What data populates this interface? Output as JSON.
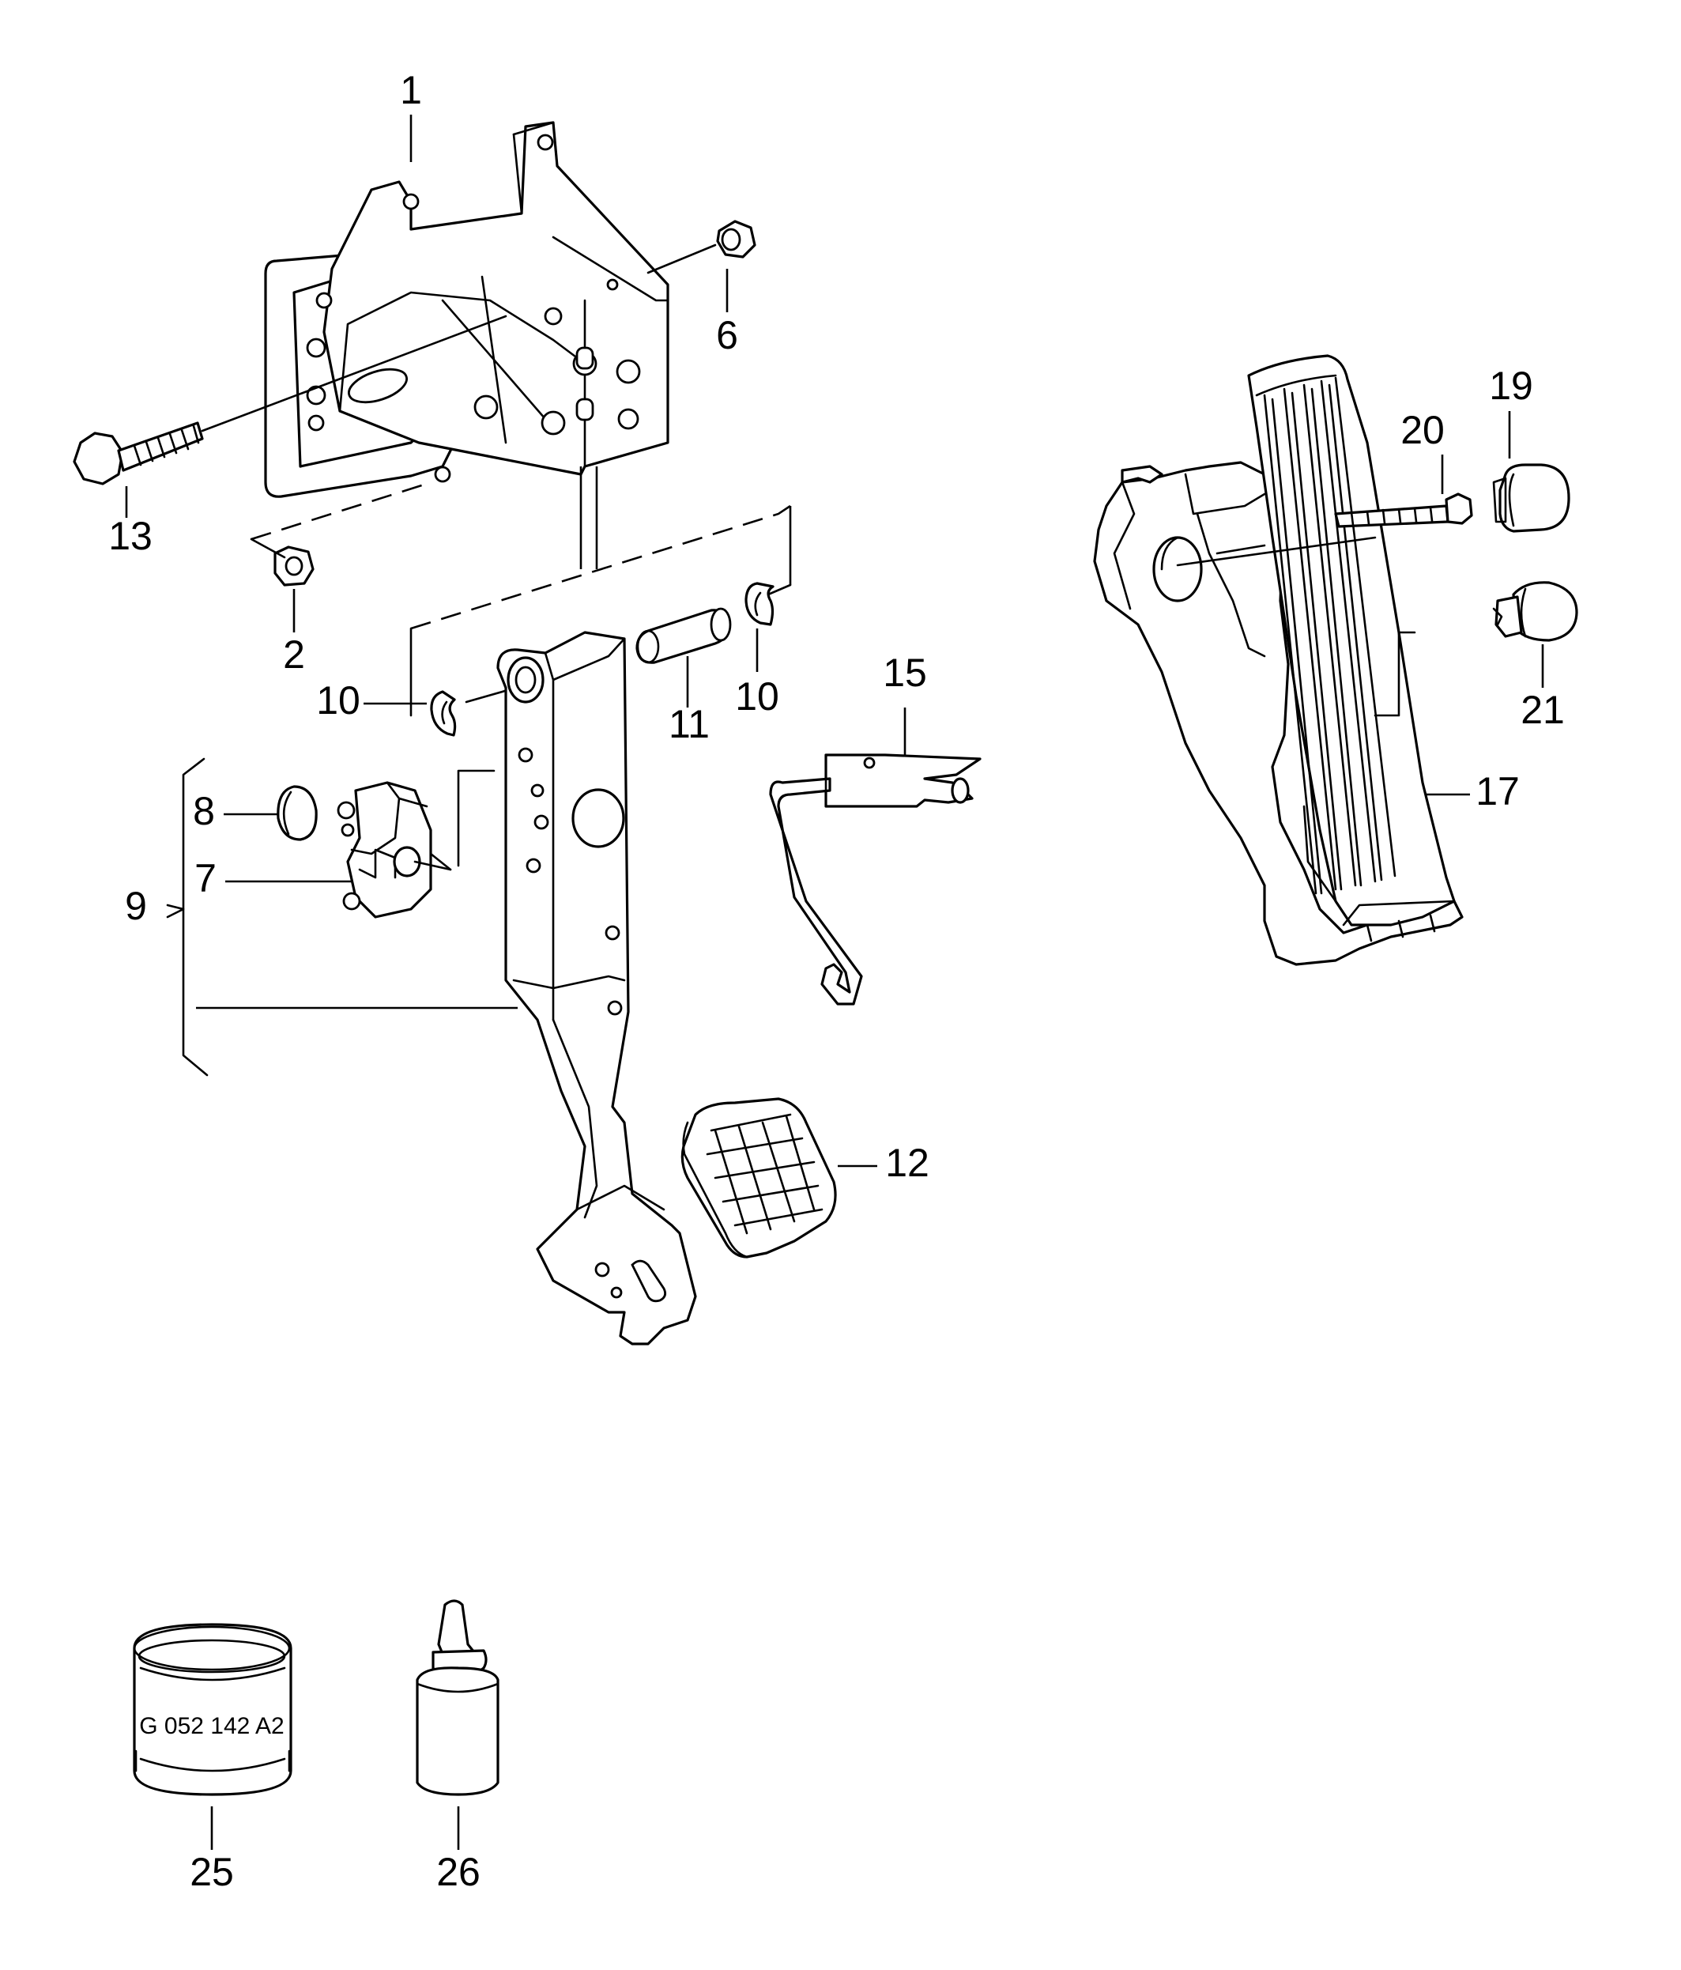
{
  "callouts": {
    "c1": "1",
    "c2": "2",
    "c6": "6",
    "c7": "7",
    "c8": "8",
    "c9": "9",
    "c10a": "10",
    "c10b": "10",
    "c11": "11",
    "c12": "12",
    "c13": "13",
    "c15": "15",
    "c17": "17",
    "c19": "19",
    "c20": "20",
    "c21": "21",
    "c25": "25",
    "c26": "26"
  },
  "grease_can_print": "G 052 142 A2"
}
